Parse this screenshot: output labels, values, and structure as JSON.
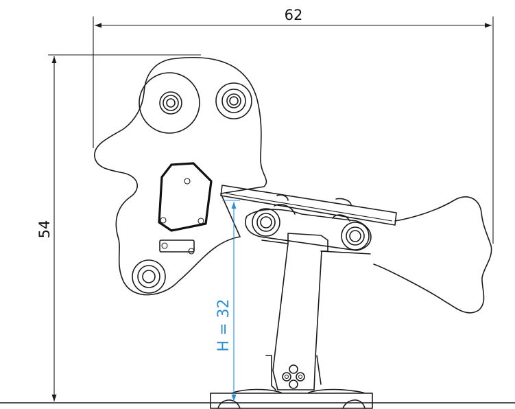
{
  "dimensions": {
    "width_label": "62",
    "height_label": "54",
    "seat_height_label": "H = 32"
  },
  "colors": {
    "line": "#1a1a1a",
    "seat_height_dimension": "#2a8fd8",
    "background": "#ffffff"
  }
}
